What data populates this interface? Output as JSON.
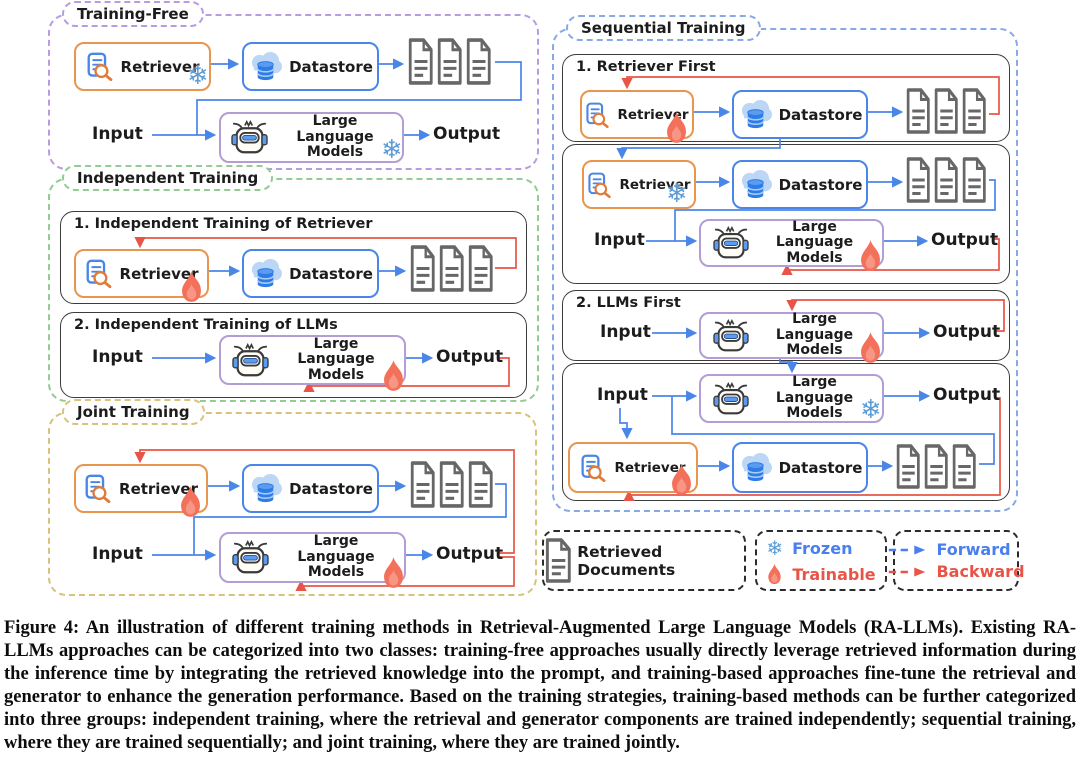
{
  "labels": {
    "retriever": "Retriever",
    "datastore": "Datastore",
    "llm": "Large Language Models",
    "input": "Input",
    "output": "Output"
  },
  "groups": {
    "training_free": {
      "title": "Training-Free"
    },
    "independent": {
      "title": "Independent Training",
      "sub1": "1. Independent Training of Retriever",
      "sub2": "2. Independent Training of LLMs"
    },
    "joint": {
      "title": "Joint Training"
    },
    "sequential": {
      "title": "Sequential Training",
      "sub1": "1. Retriever First",
      "sub2": "2. LLMs First"
    }
  },
  "legend": {
    "retrieved_documents": "Retrieved Documents",
    "frozen": "Frozen",
    "trainable": "Trainable",
    "forward": "Forward",
    "backward": "Backward"
  },
  "icons": {
    "snowflake": "❄"
  },
  "colors": {
    "forward_blue": "#4a86e8",
    "backward_red": "#e85548",
    "retriever_border": "#e8954d",
    "datastore_border": "#4a86e8",
    "llm_border": "#b39dd4",
    "training_free_border": "#b79ce0",
    "independent_border": "#93cc93",
    "joint_border": "#d8c27d",
    "sequential_border": "#88a9e8",
    "frozen_blue": "#5b9bd5",
    "trainable_red": "#f3705a"
  },
  "caption": "Figure 4: An illustration of different training methods in Retrieval-Augmented Large Language Models (RA-LLMs). Existing RA-LLMs approaches can be categorized into two classes: training-free approaches usually directly leverage retrieved information during the inference time by integrating the retrieved knowledge into the prompt, and training-based approaches fine-tune the retrieval and generator to enhance the generation performance. Based on the training strategies, training-based methods can be further categorized into three groups: independent training, where the retrieval and generator components are trained independently; sequential training, where they are trained sequentially; and joint training, where they are trained jointly."
}
